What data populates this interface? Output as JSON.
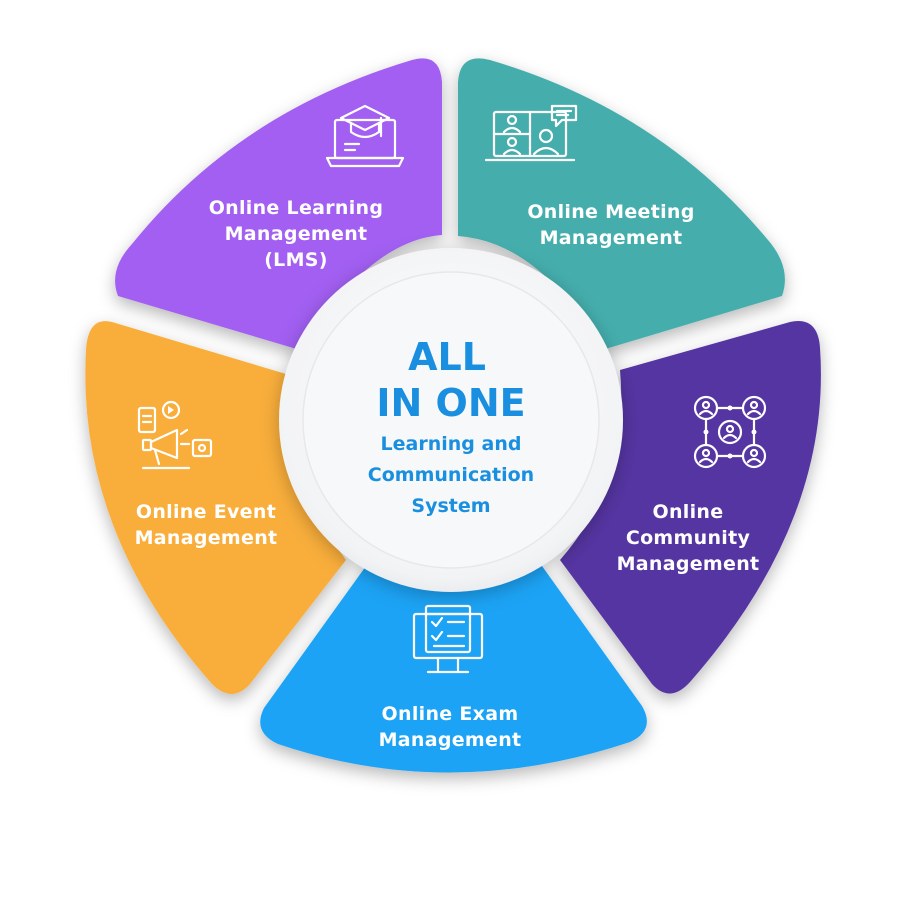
{
  "diagram": {
    "center": {
      "line1": "ALL",
      "line2": "IN ONE",
      "line3": "Learning and",
      "line4": "Communication",
      "line5": "System",
      "color": "#1a8fe0"
    },
    "segments": [
      {
        "id": "lms",
        "lines": [
          "Online Learning",
          "Management",
          "(LMS)"
        ],
        "color": "#a25ef2",
        "icon": "graduation-laptop-icon"
      },
      {
        "id": "meeting",
        "lines": [
          "Online Meeting",
          "Management"
        ],
        "color": "#45aead",
        "icon": "video-conference-icon"
      },
      {
        "id": "community",
        "lines": [
          "Online",
          "Community",
          "Management"
        ],
        "color": "#5536a2",
        "icon": "people-network-icon"
      },
      {
        "id": "exam",
        "lines": [
          "Online Exam",
          "Management"
        ],
        "color": "#1aa3f5",
        "icon": "exam-monitor-icon"
      },
      {
        "id": "event",
        "lines": [
          "Online Event",
          "Management"
        ],
        "color": "#f9ae3b",
        "icon": "megaphone-event-icon"
      }
    ]
  }
}
